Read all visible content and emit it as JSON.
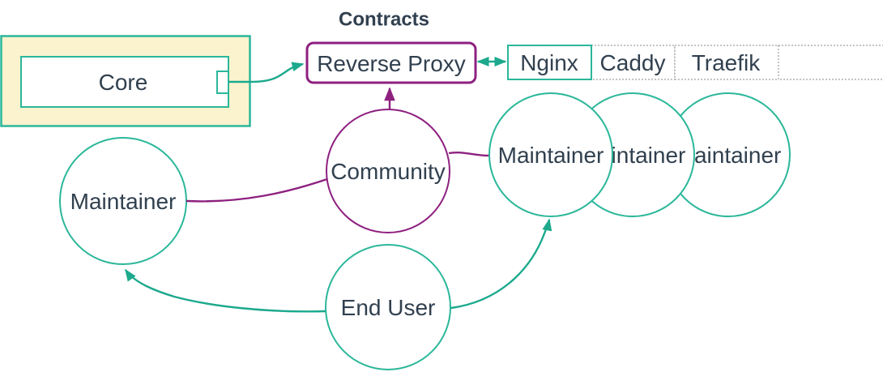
{
  "diagram": {
    "title": "Contracts",
    "nodes": {
      "core": {
        "label": "Core"
      },
      "reverse_proxy": {
        "label": "Reverse Proxy"
      },
      "community": {
        "label": "Community"
      },
      "maintainer_left": {
        "label": "Maintainer"
      },
      "maintainers_right": [
        "Maintainer",
        "Maintainer",
        "Maintainer"
      ],
      "end_user": {
        "label": "End User"
      }
    },
    "proxy_table": {
      "cells": [
        "Nginx",
        "Caddy",
        "Traefik",
        ""
      ]
    },
    "edges": [
      {
        "from": "core",
        "to": "reverse_proxy",
        "color": "teal",
        "arrow": "end"
      },
      {
        "from": "reverse_proxy",
        "to": "nginx_cell",
        "color": "teal",
        "arrow": "both"
      },
      {
        "from": "community",
        "to": "reverse_proxy",
        "color": "purple",
        "arrow": "end"
      },
      {
        "from": "maintainer_left",
        "to": "community",
        "color": "purple",
        "arrow": "none"
      },
      {
        "from": "community",
        "to": "maintainer_right_1",
        "color": "purple",
        "arrow": "none"
      },
      {
        "from": "end_user",
        "to": "maintainer_left",
        "color": "teal",
        "arrow": "end"
      },
      {
        "from": "end_user",
        "to": "maintainer_right_1",
        "color": "teal",
        "arrow": "end"
      }
    ],
    "colors": {
      "teal_shape_border": "#2bb79a",
      "teal_edge": "#1ca98d",
      "purple": "#8e2180",
      "text": "#31404f",
      "core_container_fill": "#fbf3ce",
      "dashed_cell_border": "#8a8a8a",
      "background": "#ffffff"
    }
  }
}
